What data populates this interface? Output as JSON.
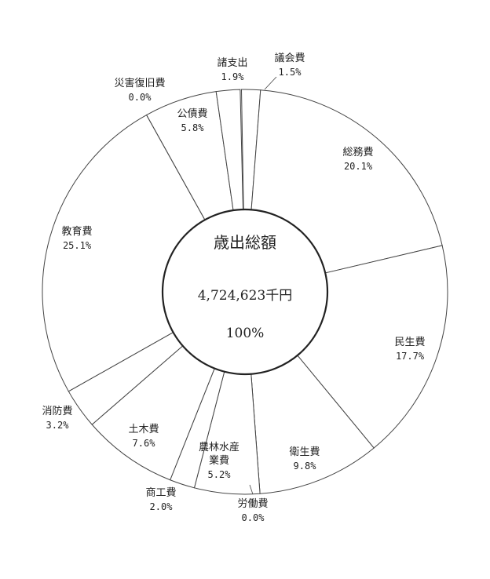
{
  "chart_data": {
    "type": "pie",
    "center": {
      "title": "歳出総額",
      "total": "4,724,623千円",
      "percent": "100%"
    },
    "slices": [
      {
        "name": "議会費",
        "value": 1.5,
        "label": "1.5%"
      },
      {
        "name": "総務費",
        "value": 20.1,
        "label": "20.1%"
      },
      {
        "name": "民生費",
        "value": 17.7,
        "label": "17.7%"
      },
      {
        "name": "衛生費",
        "value": 9.8,
        "label": "9.8%"
      },
      {
        "name": "労働費",
        "value": 0.0,
        "label": "0.0%"
      },
      {
        "name": "農林水産業費",
        "name_lines": [
          "農林水産",
          "業費"
        ],
        "value": 5.2,
        "label": "5.2%"
      },
      {
        "name": "商工費",
        "value": 2.0,
        "label": "2.0%"
      },
      {
        "name": "土木費",
        "value": 7.6,
        "label": "7.6%"
      },
      {
        "name": "消防費",
        "value": 3.2,
        "label": "3.2%"
      },
      {
        "name": "教育費",
        "value": 25.1,
        "label": "25.1%"
      },
      {
        "name": "災害復旧費",
        "value": 0.0,
        "label": "0.0%"
      },
      {
        "name": "公債費",
        "value": 5.8,
        "label": "5.8%"
      },
      {
        "name": "諸支出",
        "value": 1.9,
        "label": "1.9%"
      }
    ]
  }
}
